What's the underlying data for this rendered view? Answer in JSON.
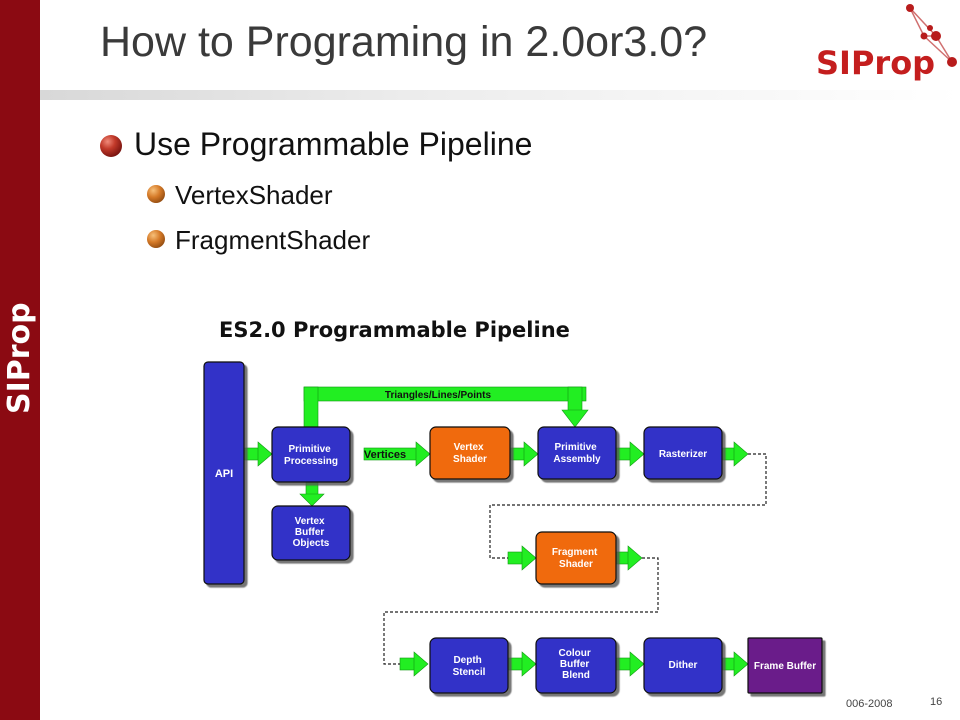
{
  "slide": {
    "title": "How to Programing in 2.0or3.0?",
    "sidebar_logo": "SIProp",
    "brand_logo": "SIProp",
    "bullets": [
      {
        "text": "Use Programmable Pipeline",
        "level": 1
      },
      {
        "text": "VertexShader",
        "level": 2
      },
      {
        "text": "FragmentShader",
        "level": 2
      }
    ],
    "footer": "006-2008",
    "page_number": "16"
  },
  "diagram": {
    "title": "ES2.0 Programmable Pipeline",
    "top_arrow_label": "Triangles/Lines/Points",
    "vertices_label": "Vertices",
    "blocks": {
      "api": "API",
      "primitive_processing": [
        "Primitive",
        "Processing"
      ],
      "vbo": [
        "Vertex",
        "Buffer",
        "Objects"
      ],
      "vertex_shader": [
        "Vertex",
        "Shader"
      ],
      "primitive_assembly": [
        "Primitive",
        "Assembly"
      ],
      "rasterizer": "Rasterizer",
      "fragment_shader": [
        "Fragment",
        "Shader"
      ],
      "depth_stencil": [
        "Depth",
        "Stencil"
      ],
      "colour_buffer_blend": [
        "Colour",
        "Buffer",
        "Blend"
      ],
      "dither": "Dither",
      "frame_buffer": "Frame Buffer"
    },
    "colors": {
      "fixed": "#3232c8",
      "programmable": "#f06a10",
      "framebuffer": "#6a1a8a",
      "arrow": "#22ee22",
      "accent": "#8b0a12"
    }
  }
}
